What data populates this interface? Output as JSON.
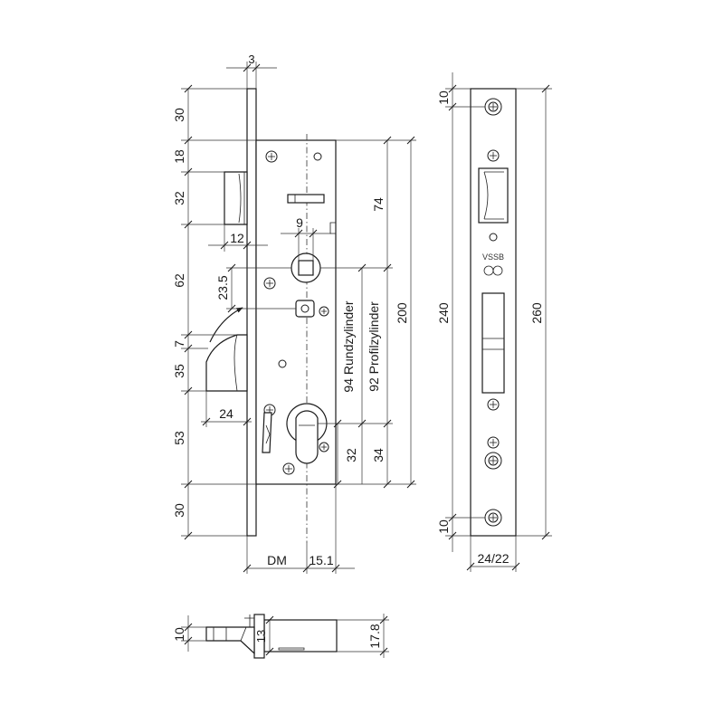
{
  "front_view": {
    "dims": {
      "plate_thickness": "3",
      "top_margin": "30",
      "latch_offset": "18",
      "latch_height": "32",
      "latch_depth": "12",
      "spindle_size": "9",
      "spindle_to_bolt": "62",
      "follower_offset": "23.5",
      "bolt_gap": "7",
      "bolt_height": "35",
      "bolt_throw": "24",
      "bolt_to_cylinder": "53",
      "bottom_margin": "30",
      "top_to_spindle": "74",
      "body_height": "200",
      "cylinder_to_bottom_32": "32",
      "cylinder_to_bottom_34": "34",
      "backset_label": "DM",
      "backset_extra": "15.1"
    },
    "labels": {
      "round_cylinder": "94 Rundzylinder",
      "profile_cylinder": "92 Profilzylinder"
    }
  },
  "faceplate_view": {
    "dims": {
      "top_hole": "10",
      "hole_span": "240",
      "bottom_hole": "10",
      "total_length": "260",
      "width": "24/22"
    },
    "logo": "VSSB"
  },
  "section_view": {
    "dims": {
      "latch_height": "10",
      "plate_inner": "13",
      "case_depth": "17.8"
    }
  }
}
